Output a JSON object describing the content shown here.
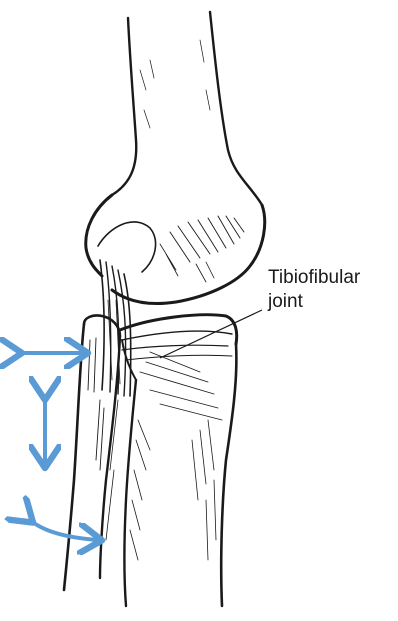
{
  "annotation": {
    "line1": "Tibiofibular",
    "line2": "joint"
  },
  "colors": {
    "ink": "#1a1a1a",
    "arrow": "#5b9bd5",
    "background": "#ffffff"
  },
  "motion_arrows": [
    {
      "name": "horizontal-double-arrow",
      "icon": "left-right-arrow"
    },
    {
      "name": "vertical-double-arrow",
      "icon": "up-down-arrow"
    },
    {
      "name": "rotation-arrow",
      "icon": "curved-arrow"
    }
  ]
}
